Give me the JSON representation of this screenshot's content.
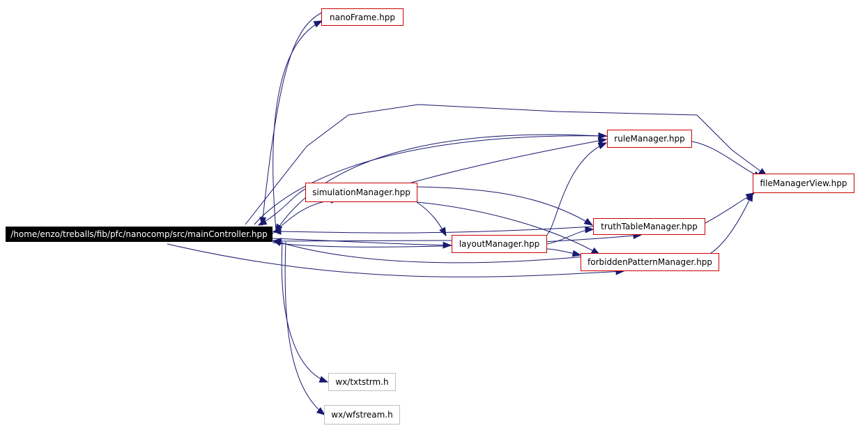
{
  "graph": {
    "nodes": [
      {
        "id": "root",
        "label": "/home/enzo/treballs/fib/pfc/nanocomp/src/mainController.hpp",
        "kind": "root"
      },
      {
        "id": "nanoFrame",
        "label": "nanoFrame.hpp",
        "kind": "linked"
      },
      {
        "id": "ruleManager",
        "label": "ruleManager.hpp",
        "kind": "linked"
      },
      {
        "id": "simulationManager",
        "label": "simulationManager.hpp",
        "kind": "linked"
      },
      {
        "id": "fileManagerView",
        "label": "fileManagerView.hpp",
        "kind": "linked"
      },
      {
        "id": "truthTableManager",
        "label": "truthTableManager.hpp",
        "kind": "linked"
      },
      {
        "id": "layoutManager",
        "label": "layoutManager.hpp",
        "kind": "linked"
      },
      {
        "id": "forbiddenPatternManager",
        "label": "forbiddenPatternManager.hpp",
        "kind": "linked"
      },
      {
        "id": "txtstrm",
        "label": "wx/txtstrm.h",
        "kind": "external"
      },
      {
        "id": "wfstream",
        "label": "wx/wfstream.h",
        "kind": "external"
      }
    ],
    "edges": [
      {
        "from": "root",
        "to": "nanoFrame"
      },
      {
        "from": "root",
        "to": "simulationManager"
      },
      {
        "from": "root",
        "to": "ruleManager"
      },
      {
        "from": "root",
        "to": "fileManagerView"
      },
      {
        "from": "root",
        "to": "layoutManager"
      },
      {
        "from": "root",
        "to": "truthTableManager"
      },
      {
        "from": "root",
        "to": "forbiddenPatternManager"
      },
      {
        "from": "root",
        "to": "txtstrm"
      },
      {
        "from": "root",
        "to": "wfstream"
      },
      {
        "from": "nanoFrame",
        "to": "root"
      },
      {
        "from": "simulationManager",
        "to": "root"
      },
      {
        "from": "simulationManager",
        "to": "ruleManager"
      },
      {
        "from": "simulationManager",
        "to": "layoutManager"
      },
      {
        "from": "simulationManager",
        "to": "truthTableManager"
      },
      {
        "from": "simulationManager",
        "to": "forbiddenPatternManager"
      },
      {
        "from": "ruleManager",
        "to": "root"
      },
      {
        "from": "ruleManager",
        "to": "fileManagerView"
      },
      {
        "from": "layoutManager",
        "to": "root"
      },
      {
        "from": "layoutManager",
        "to": "ruleManager"
      },
      {
        "from": "layoutManager",
        "to": "truthTableManager"
      },
      {
        "from": "layoutManager",
        "to": "forbiddenPatternManager"
      },
      {
        "from": "truthTableManager",
        "to": "root"
      },
      {
        "from": "truthTableManager",
        "to": "fileManagerView"
      },
      {
        "from": "forbiddenPatternManager",
        "to": "root"
      },
      {
        "from": "forbiddenPatternManager",
        "to": "fileManagerView"
      }
    ],
    "colors": {
      "edge": "#191970",
      "linked_border": "#cc0000",
      "external_border": "#bfbfbf",
      "root_fill": "#000000",
      "root_text": "#ffffff"
    }
  }
}
